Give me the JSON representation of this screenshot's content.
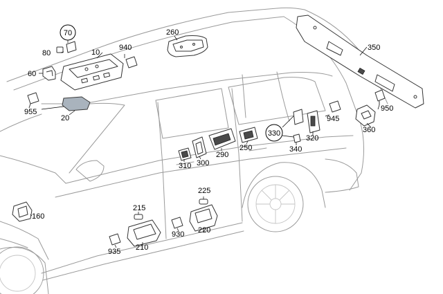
{
  "callouts": {
    "c10": "10",
    "c20": "20",
    "c60": "60",
    "c70": "70",
    "c80": "80",
    "c160": "160",
    "c210": "210",
    "c215": "215",
    "c220": "220",
    "c225": "225",
    "c250": "250",
    "c260": "260",
    "c290": "290",
    "c300": "300",
    "c310": "310",
    "c320": "320",
    "c330": "330",
    "c340": "340",
    "c350": "350",
    "c360": "360",
    "c930": "930",
    "c935": "935",
    "c940": "940",
    "c945": "945",
    "c950": "950",
    "c955": "955"
  }
}
